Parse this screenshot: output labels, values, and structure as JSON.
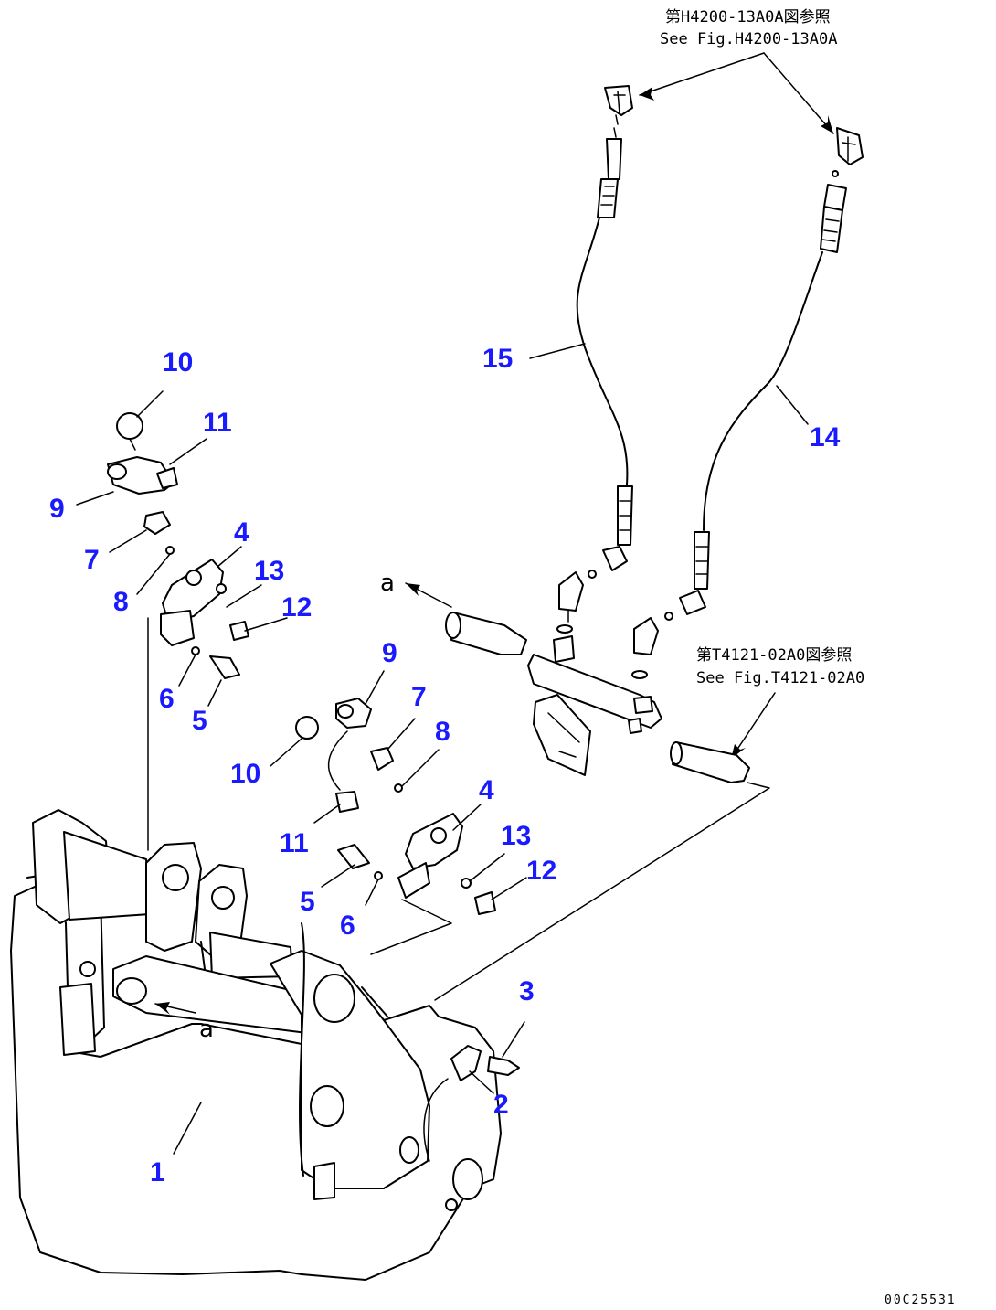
{
  "references": {
    "top_jp": "第H4200-13A0A図参照",
    "top_en": "See Fig.H4200-13A0A",
    "right_jp": "第T4121-02A0図参照",
    "right_en": "See Fig.T4121-02A0"
  },
  "view_arrow_letter": "a",
  "drawing_code": "00C25531",
  "callouts": {
    "c1": "1",
    "c2": "2",
    "c3": "3",
    "c4a": "4",
    "c4b": "4",
    "c5a": "5",
    "c5b": "5",
    "c6a": "6",
    "c6b": "6",
    "c7a": "7",
    "c7b": "7",
    "c8a": "8",
    "c8b": "8",
    "c9a": "9",
    "c9b": "9",
    "c10a": "10",
    "c10b": "10",
    "c11a": "11",
    "c11b": "11",
    "c12a": "12",
    "c12b": "12",
    "c13a": "13",
    "c13b": "13",
    "c14": "14",
    "c15": "15"
  },
  "colors": {
    "callout": "#1a1aff",
    "line": "#000000"
  }
}
